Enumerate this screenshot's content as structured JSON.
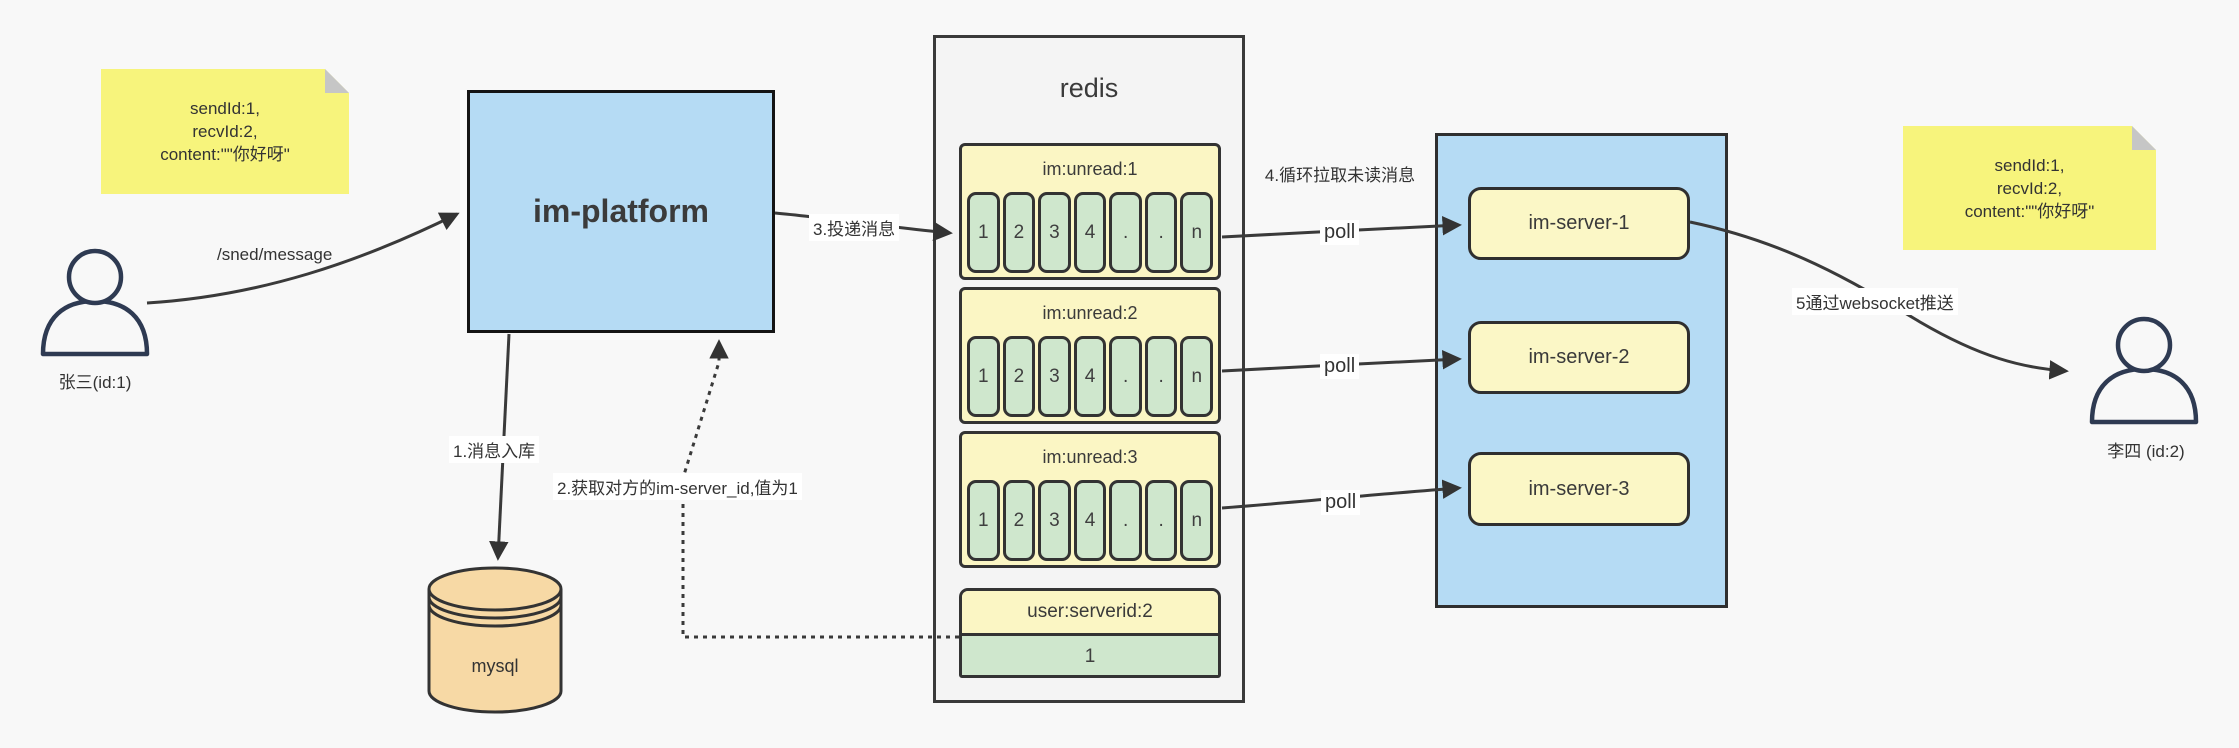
{
  "canvas": {
    "bg": "#f8f8f8"
  },
  "colors": {
    "sticky_note": "#f7f47c",
    "note_fold": "#c6c6c6",
    "box_blue": "#b5dbf4",
    "box_yellow": "#fbf6c4",
    "cell_green": "#cfe7cd",
    "redis_bg": "#f4f4f4",
    "mysql_tan": "#f7d9a5",
    "line": "#3a3a3a",
    "person": "#2e3a52"
  },
  "actors": {
    "sender": {
      "label": "张三(id:1)"
    },
    "receiver": {
      "label": "李四 (id:2)"
    }
  },
  "notes": {
    "left": {
      "line1": "sendId:1,",
      "line2": "recvId:2,",
      "line3": "content:\"\"你好呀\""
    },
    "right": {
      "line1": "sendId:1,",
      "line2": "recvId:2,",
      "line3": "content:\"\"你好呀\""
    }
  },
  "platform": {
    "label": "im-platform"
  },
  "database": {
    "label": "mysql"
  },
  "redis": {
    "title": "redis",
    "queues": [
      {
        "label": "im:unread:1",
        "cells": [
          "1",
          "2",
          "3",
          "4",
          ".",
          ".",
          "n"
        ]
      },
      {
        "label": "im:unread:2",
        "cells": [
          "1",
          "2",
          "3",
          "4",
          ".",
          ".",
          "n"
        ]
      },
      {
        "label": "im:unread:3",
        "cells": [
          "1",
          "2",
          "3",
          "4",
          ".",
          ".",
          "n"
        ]
      }
    ],
    "kv": {
      "label": "user:serverid:2",
      "value": "1"
    }
  },
  "servers": [
    {
      "label": "im-server-1"
    },
    {
      "label": "im-server-2"
    },
    {
      "label": "im-server-3"
    }
  ],
  "edges": {
    "send": "/sned/message",
    "store": "1.消息入库",
    "lookup": "2.获取对方的im-server_id,值为1",
    "deliver": "3.投递消息",
    "pull": "4.循环拉取未读消息",
    "poll1": "poll",
    "poll2": "poll",
    "poll3": "poll",
    "push": "5通过websocket推送"
  }
}
